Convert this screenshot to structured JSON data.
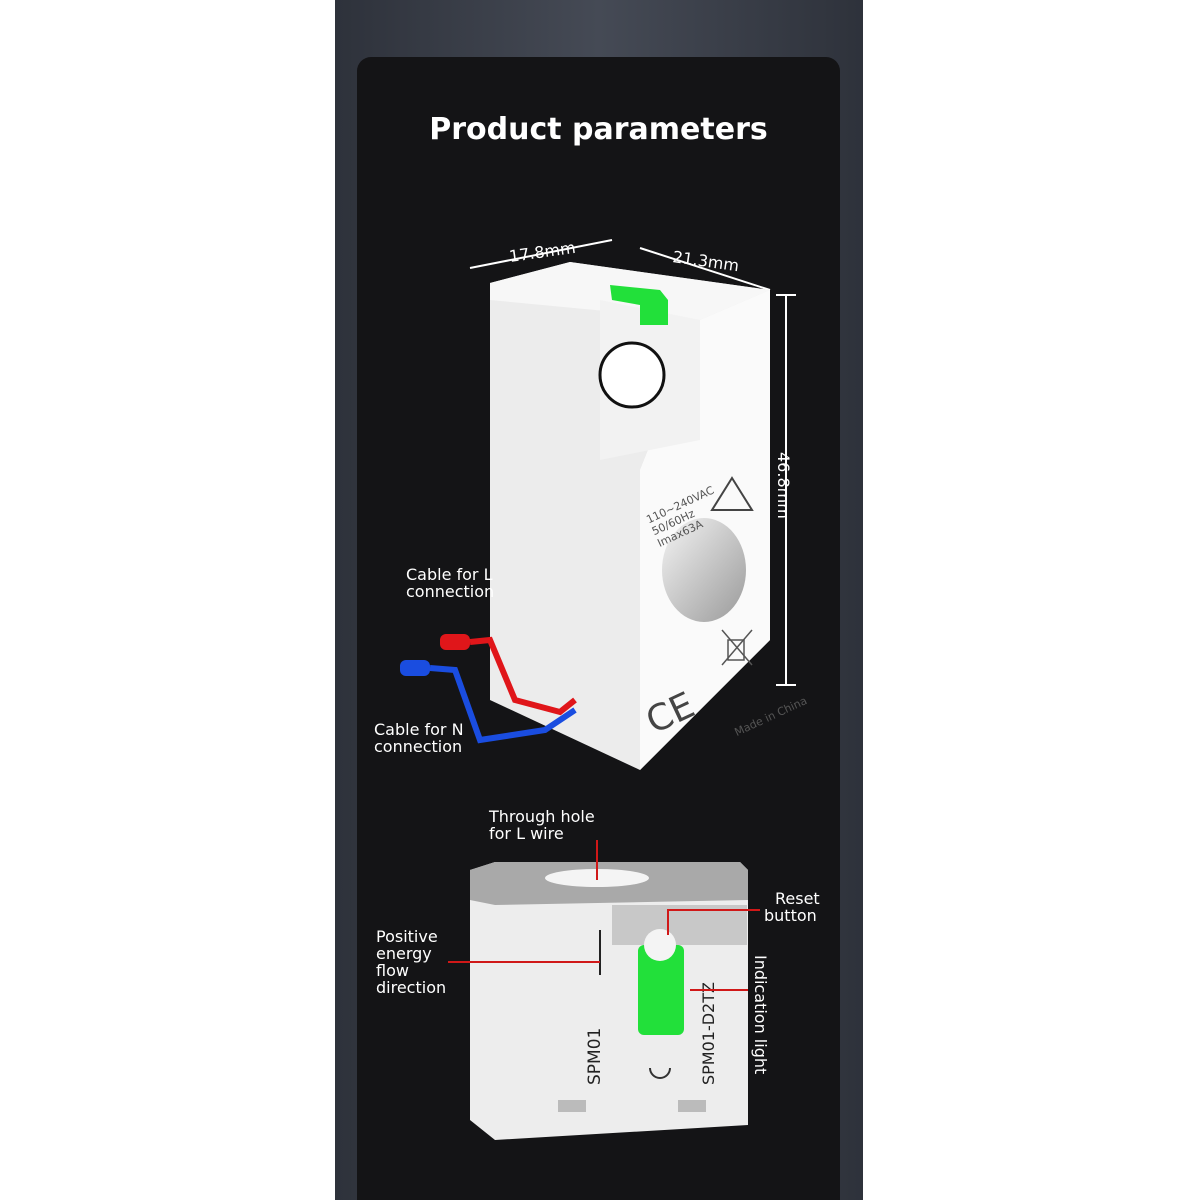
{
  "title": "Product parameters",
  "dimensions": {
    "width_a": "17.8mm",
    "width_b": "21.3mm",
    "height": "46.8mm"
  },
  "device_top": {
    "rating_lines": [
      "110~240VAC",
      "50/60Hz",
      "Imax63A"
    ],
    "made_in": "Made in China",
    "ce_mark": "CE",
    "cable_l": [
      "Cable for L",
      "connection"
    ],
    "cable_n": [
      "Cable for N",
      "connection"
    ]
  },
  "device_bottom": {
    "through_hole": [
      "Through hole",
      "for L wire"
    ],
    "reset": [
      "Reset",
      "button"
    ],
    "energy_flow": [
      "Positive",
      "energy",
      "flow",
      "direction"
    ],
    "indication": "Indication light",
    "model_left": "SPM01",
    "model_right": "SPM01-D2TZ"
  },
  "colors": {
    "indicator": "#22e03a",
    "wire_l": "#e0161a",
    "wire_n": "#1a4de0",
    "leader": "#d01818",
    "background": "#141416"
  }
}
